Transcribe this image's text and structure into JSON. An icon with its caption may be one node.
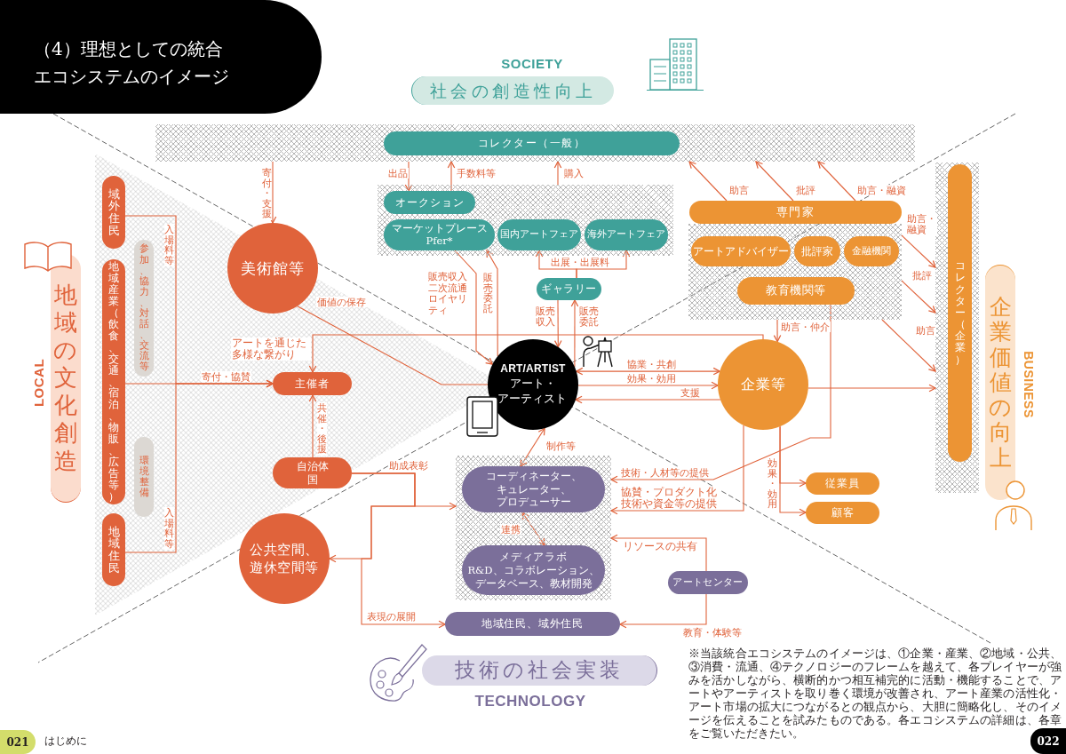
{
  "diagram": {
    "title": "（4）理想としての統合エコシステムのイメージ",
    "nodes": [
      {
        "text": [
          "SOCIETY",
          "社会の創造性向上"
        ]
      },
      {
        "text": [],
        "shape": "box"
      },
      {
        "text": [
          "コレクター（一般）"
        ],
        "in": 1
      },
      {
        "text": [],
        "shape": "box"
      },
      {
        "text": [
          "オークション"
        ],
        "in": 3
      },
      {
        "text": [
          "マーケットプレースPfer*"
        ],
        "in": 3
      },
      {
        "text": [
          "国内アートフェア"
        ],
        "in": 3
      },
      {
        "text": [
          "海外アートフェア"
        ],
        "in": 3
      },
      {
        "text": [
          "専門家"
        ]
      },
      {
        "text": [],
        "shape": "box"
      },
      {
        "text": [
          "アートアドバイザー"
        ],
        "in": 9
      },
      {
        "text": [
          "批評家"
        ],
        "in": 9
      },
      {
        "text": [
          "金融機関"
        ],
        "in": 9
      },
      {
        "text": [
          "教育機関等"
        ],
        "in": 9
      },
      {
        "text": [],
        "shape": "box"
      },
      {
        "text": [
          "コレクター（企業）"
        ],
        "in": 14
      },
      {
        "text": [
          "LOCAL",
          "地域の文化創造"
        ]
      },
      {
        "text": [
          "域外住民"
        ]
      },
      {
        "text": [
          "地域産業（飲食、交通、宿泊、物販、広告等）"
        ]
      },
      {
        "text": [
          "参加、協力、対話、交流等"
        ]
      },
      {
        "text": [
          "環境整備"
        ]
      },
      {
        "text": [
          "地域住民"
        ]
      },
      {
        "text": [
          "美術館等"
        ]
      },
      {
        "text": [
          "ギャラリー"
        ]
      },
      {
        "text": [
          "企業価値の向上",
          "BUSINESS"
        ]
      },
      {
        "text": [
          "主催者"
        ]
      },
      {
        "text": [
          "ART/ARTIST",
          "アート・アーティスト"
        ]
      },
      {
        "text": [
          "企業等"
        ]
      },
      {
        "text": [
          "自治体国"
        ]
      },
      {
        "text": [],
        "shape": "box"
      },
      {
        "text": [
          "コーディネーター、キュレーター、プロデューサー"
        ],
        "in": 29
      },
      {
        "text": [
          "メディアラボ",
          "R&D、コラボレーション、データベース、教材開発"
        ],
        "in": 29
      },
      {
        "text": [
          "従業員"
        ]
      },
      {
        "text": [
          "顧客"
        ]
      },
      {
        "text": [
          "公共空間、遊休空間等"
        ]
      },
      {
        "text": [
          "アートセンター"
        ]
      },
      {
        "text": [
          "地域住民、域外住民"
        ]
      },
      {
        "text": [
          "技術の社会実装",
          "TECHNOLOGY"
        ]
      }
    ],
    "edges": [
      {
        "from": 1,
        "to": 22,
        "arrow": "to",
        "label": "寄付・支援"
      },
      {
        "from": 1,
        "to": 4,
        "arrow": "to",
        "label": "出品"
      },
      {
        "from": 4,
        "to": 1,
        "arrow": "to",
        "label": "手数料等"
      },
      {
        "from": 3,
        "to": 1,
        "arrow": "to",
        "label": "購入"
      },
      {
        "from": 8,
        "to": 1,
        "arrow": "to",
        "label": "助言"
      },
      {
        "from": 8,
        "to": 1,
        "arrow": "to",
        "label": "批評"
      },
      {
        "from": 8,
        "to": 1,
        "arrow": "to",
        "label": "助言・融資"
      },
      {
        "from": 9,
        "to": 14,
        "arrow": "to",
        "label": "助言・融資"
      },
      {
        "from": 9,
        "to": 14,
        "arrow": "to",
        "label": "批評"
      },
      {
        "from": 9,
        "to": 14,
        "arrow": "to",
        "label": "助言"
      },
      {
        "from": 27,
        "to": 14,
        "arrow": "to"
      },
      {
        "from": 9,
        "to": 27,
        "arrow": "to",
        "label": "助言・仲介"
      },
      {
        "from": 5,
        "to": 26,
        "arrow": "to",
        "label": "販売収入二次流通ロイヤリティ"
      },
      {
        "from": 26,
        "to": 5,
        "arrow": "to",
        "label": "販売委託"
      },
      {
        "from": 23,
        "to": 6,
        "arrow": "to",
        "label": "出展・出展料"
      },
      {
        "from": 23,
        "to": 7,
        "arrow": "to"
      },
      {
        "from": 23,
        "to": 26,
        "arrow": "to",
        "label": "販売収入"
      },
      {
        "from": 26,
        "to": 23,
        "arrow": "to",
        "label": "販売委託"
      },
      {
        "from": 22,
        "to": 26,
        "arrow": "none",
        "label": "価値の保存"
      },
      {
        "from": 27,
        "to": 25,
        "arrow": "to",
        "label": "アートを通じた多様な繋がり"
      },
      {
        "from": 17,
        "to": 25,
        "arrow": "to",
        "label": "入場料等"
      },
      {
        "from": 21,
        "to": 25,
        "arrow": "to",
        "label": "入場料等"
      },
      {
        "from": 18,
        "to": 25,
        "arrow": "to",
        "label": "寄付・協賛"
      },
      {
        "from": 28,
        "to": 25,
        "arrow": "to",
        "label": "共催・後援"
      },
      {
        "from": 28,
        "to": 29,
        "arrow": "to",
        "label": "助成表彰"
      },
      {
        "from": 28,
        "to": 34,
        "arrow": "to"
      },
      {
        "from": 28,
        "to": 36,
        "arrow": "to",
        "label": "表現の展開"
      },
      {
        "from": 26,
        "to": 27,
        "arrow": "both",
        "label": "協業・共創"
      },
      {
        "from": 26,
        "to": 27,
        "arrow": "to",
        "label": "効果・効用"
      },
      {
        "from": 27,
        "to": 26,
        "arrow": "to",
        "label": "支援"
      },
      {
        "from": 26,
        "to": 30,
        "arrow": "both",
        "label": "制作等"
      },
      {
        "from": 30,
        "to": 31,
        "arrow": "both",
        "label": "連携"
      },
      {
        "from": 13,
        "to": 29,
        "arrow": "to",
        "label": "技術・人材等の提供"
      },
      {
        "from": 27,
        "to": 29,
        "arrow": "to",
        "label": "協賛・プロダクト化技術や資金等の提供"
      },
      {
        "from": 27,
        "to": 32,
        "arrow": "to",
        "label": "効果・効用"
      },
      {
        "from": 27,
        "to": 33,
        "arrow": "to"
      },
      {
        "from": 35,
        "to": 29,
        "arrow": "to",
        "label": "リソースの共有"
      },
      {
        "from": 35,
        "to": 36,
        "arrow": "to",
        "label": "教育・体験等"
      }
    ],
    "labels": [
      "※当該統合エコシステムのイメージは、①企業・産業、②地域・公共、③消費・流通、④テクノロジーのフレームを越えて、各プレイヤーが強みを活かしながら、横断的かつ相互補完的に活動・機能することで、アートやアーティストを取り巻く環境が改善され、アート産業の活性化・アート市場の拡大につながるとの観点から、大胆に簡略化し、そのイメージを伝えることを試みたものである。各エコシステムの詳細は、各章をご覧いただきたい。",
      "021",
      "はじめに",
      "022"
    ]
  }
}
